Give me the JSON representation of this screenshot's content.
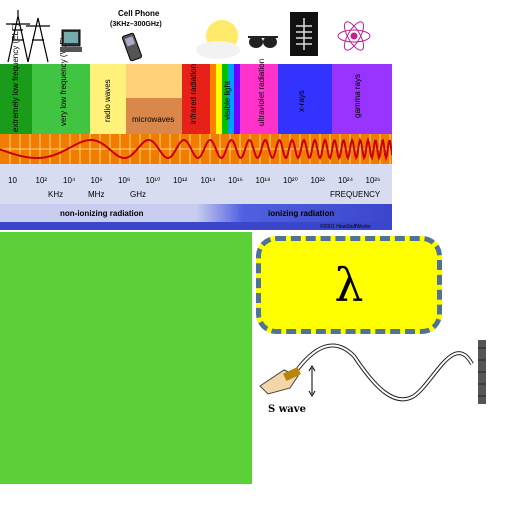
{
  "spectrum": {
    "cell_phone_label": "Cell Phone",
    "cell_phone_range": "(3KHz–300GHz)",
    "bands": [
      "extremely low frequency (ELF)",
      "very low frequency (VLF)",
      "radio waves",
      "microwaves",
      "infrared radiation",
      "visible light",
      "ultraviolet radiation",
      "x-rays",
      "gamma rays"
    ],
    "freq_ticks": [
      "10",
      "10²",
      "10⁴",
      "10⁶",
      "10⁸",
      "10¹⁰",
      "10¹²",
      "10¹⁴",
      "10¹⁶",
      "10¹⁸",
      "10²⁰",
      "10²²",
      "10²⁴",
      "10²⁶"
    ],
    "unit_labels": [
      "KHz",
      "MHz",
      "GHz"
    ],
    "frequency_label": "FREQUENCY",
    "non_ionizing_label": "non-ionizing radiation",
    "ionizing_label": "ionizing radiation",
    "credit": "©2001 HowStuffWorks",
    "colors": {
      "elf": "#1a9b1a",
      "vlf": "#41c441",
      "radio": "#fff27a",
      "microwave_top": "#ffd27a",
      "microwave": "#d9874a",
      "infrared": "#e8201a",
      "uv": "#ff33cc",
      "xray": "#3333ff",
      "gamma": "#9933ff",
      "wave_band": "#f07d00"
    }
  },
  "lambda": {
    "symbol": "λ",
    "border_color": "#4f7396",
    "fill_color": "#ffff00"
  },
  "swave": {
    "label": "S wave"
  },
  "panel": {
    "color": "#5bd137"
  }
}
